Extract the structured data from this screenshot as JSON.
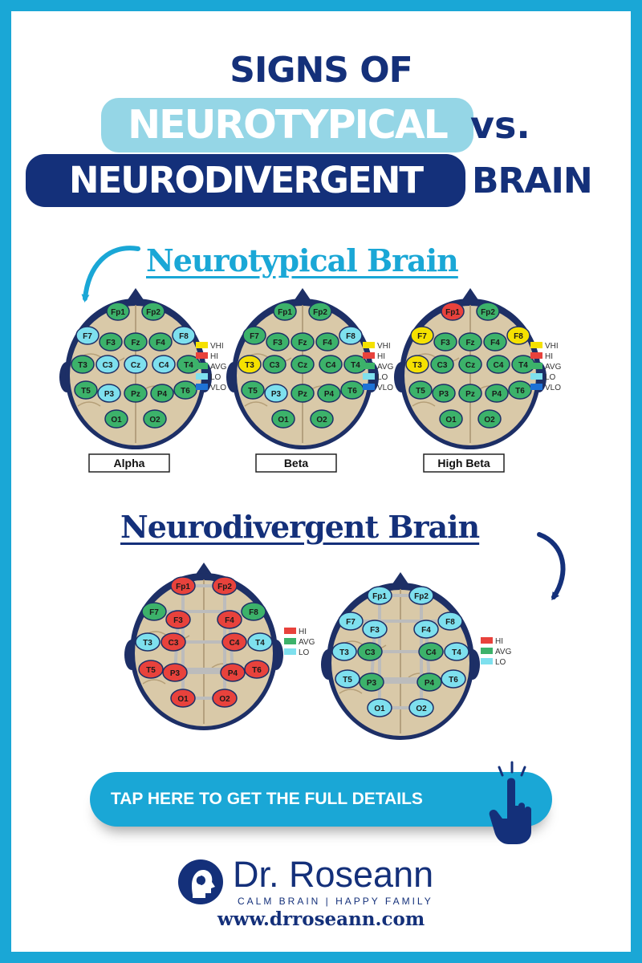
{
  "title": {
    "line1": "SIGNS OF",
    "highlight1": "NEUROTYPICAL",
    "suffix1": "vs.",
    "highlight2": "NEURODIVERGENT",
    "suffix2": "BRAIN"
  },
  "colors": {
    "frame": "#1aa7d6",
    "navy": "#14307a",
    "light_blue": "#95d6e6",
    "VHI": "#f5e100",
    "HI": "#e8423c",
    "AVG": "#3cb26a",
    "LO": "#7ee0ee",
    "VLO": "#1e72d6"
  },
  "neurotypical": {
    "heading": "Neurotypical Brain",
    "legend": [
      "VHI",
      "HI",
      "AVG",
      "LO",
      "VLO"
    ],
    "maps": [
      {
        "caption": "Alpha",
        "electrodes": [
          {
            "label": "Fp1",
            "level": "AVG"
          },
          {
            "label": "Fp2",
            "level": "AVG"
          },
          {
            "label": "F7",
            "level": "LO"
          },
          {
            "label": "F3",
            "level": "AVG"
          },
          {
            "label": "Fz",
            "level": "AVG"
          },
          {
            "label": "F4",
            "level": "AVG"
          },
          {
            "label": "F8",
            "level": "LO"
          },
          {
            "label": "T3",
            "level": "AVG"
          },
          {
            "label": "C3",
            "level": "LO"
          },
          {
            "label": "Cz",
            "level": "LO"
          },
          {
            "label": "C4",
            "level": "LO"
          },
          {
            "label": "T4",
            "level": "AVG"
          },
          {
            "label": "T5",
            "level": "AVG"
          },
          {
            "label": "P3",
            "level": "LO"
          },
          {
            "label": "Pz",
            "level": "AVG"
          },
          {
            "label": "P4",
            "level": "AVG"
          },
          {
            "label": "T6",
            "level": "AVG"
          },
          {
            "label": "O1",
            "level": "AVG"
          },
          {
            "label": "O2",
            "level": "AVG"
          }
        ]
      },
      {
        "caption": "Beta",
        "electrodes": [
          {
            "label": "Fp1",
            "level": "AVG"
          },
          {
            "label": "Fp2",
            "level": "AVG"
          },
          {
            "label": "F7",
            "level": "AVG"
          },
          {
            "label": "F3",
            "level": "AVG"
          },
          {
            "label": "Fz",
            "level": "AVG"
          },
          {
            "label": "F4",
            "level": "AVG"
          },
          {
            "label": "F8",
            "level": "LO"
          },
          {
            "label": "T3",
            "level": "VHI"
          },
          {
            "label": "C3",
            "level": "AVG"
          },
          {
            "label": "Cz",
            "level": "AVG"
          },
          {
            "label": "C4",
            "level": "AVG"
          },
          {
            "label": "T4",
            "level": "AVG"
          },
          {
            "label": "T5",
            "level": "AVG"
          },
          {
            "label": "P3",
            "level": "LO"
          },
          {
            "label": "Pz",
            "level": "AVG"
          },
          {
            "label": "P4",
            "level": "AVG"
          },
          {
            "label": "T6",
            "level": "AVG"
          },
          {
            "label": "O1",
            "level": "AVG"
          },
          {
            "label": "O2",
            "level": "AVG"
          }
        ]
      },
      {
        "caption": "High Beta",
        "electrodes": [
          {
            "label": "Fp1",
            "level": "HI"
          },
          {
            "label": "Fp2",
            "level": "AVG"
          },
          {
            "label": "F7",
            "level": "VHI"
          },
          {
            "label": "F3",
            "level": "AVG"
          },
          {
            "label": "Fz",
            "level": "AVG"
          },
          {
            "label": "F4",
            "level": "AVG"
          },
          {
            "label": "F8",
            "level": "VHI"
          },
          {
            "label": "T3",
            "level": "VHI"
          },
          {
            "label": "C3",
            "level": "AVG"
          },
          {
            "label": "Cz",
            "level": "AVG"
          },
          {
            "label": "C4",
            "level": "AVG"
          },
          {
            "label": "T4",
            "level": "AVG"
          },
          {
            "label": "T5",
            "level": "AVG"
          },
          {
            "label": "P3",
            "level": "AVG"
          },
          {
            "label": "Pz",
            "level": "AVG"
          },
          {
            "label": "P4",
            "level": "AVG"
          },
          {
            "label": "T6",
            "level": "AVG"
          },
          {
            "label": "O1",
            "level": "AVG"
          },
          {
            "label": "O2",
            "level": "AVG"
          }
        ]
      }
    ]
  },
  "neurodivergent": {
    "heading": "Neurodivergent Brain",
    "legend": [
      "HI",
      "AVG",
      "LO"
    ],
    "maps": [
      {
        "electrodes": [
          {
            "label": "Fp1",
            "level": "HI"
          },
          {
            "label": "Fp2",
            "level": "HI"
          },
          {
            "label": "F7",
            "level": "AVG"
          },
          {
            "label": "F3",
            "level": "HI"
          },
          {
            "label": "F4",
            "level": "HI"
          },
          {
            "label": "F8",
            "level": "AVG"
          },
          {
            "label": "T3",
            "level": "LO"
          },
          {
            "label": "C3",
            "level": "HI"
          },
          {
            "label": "C4",
            "level": "HI"
          },
          {
            "label": "T4",
            "level": "LO"
          },
          {
            "label": "T5",
            "level": "HI"
          },
          {
            "label": "P3",
            "level": "HI"
          },
          {
            "label": "P4",
            "level": "HI"
          },
          {
            "label": "T6",
            "level": "HI"
          },
          {
            "label": "O1",
            "level": "HI"
          },
          {
            "label": "O2",
            "level": "HI"
          }
        ]
      },
      {
        "electrodes": [
          {
            "label": "Fp1",
            "level": "LO"
          },
          {
            "label": "Fp2",
            "level": "LO"
          },
          {
            "label": "F7",
            "level": "LO"
          },
          {
            "label": "F3",
            "level": "LO"
          },
          {
            "label": "F4",
            "level": "LO"
          },
          {
            "label": "F8",
            "level": "LO"
          },
          {
            "label": "T3",
            "level": "LO"
          },
          {
            "label": "C3",
            "level": "AVG"
          },
          {
            "label": "C4",
            "level": "AVG"
          },
          {
            "label": "T4",
            "level": "LO"
          },
          {
            "label": "T5",
            "level": "LO"
          },
          {
            "label": "P3",
            "level": "AVG"
          },
          {
            "label": "P4",
            "level": "AVG"
          },
          {
            "label": "T6",
            "level": "LO"
          },
          {
            "label": "O1",
            "level": "LO"
          },
          {
            "label": "O2",
            "level": "LO"
          }
        ]
      }
    ]
  },
  "cta": {
    "label": "TAP HERE TO GET THE FULL DETAILS",
    "icon": "pointing-hand-icon"
  },
  "brand": {
    "name": "Dr. Roseann",
    "tagline": "CALM BRAIN | HAPPY FAMILY",
    "website": "www.drroseann.com",
    "logo_icon": "head-profile-logo-icon"
  }
}
